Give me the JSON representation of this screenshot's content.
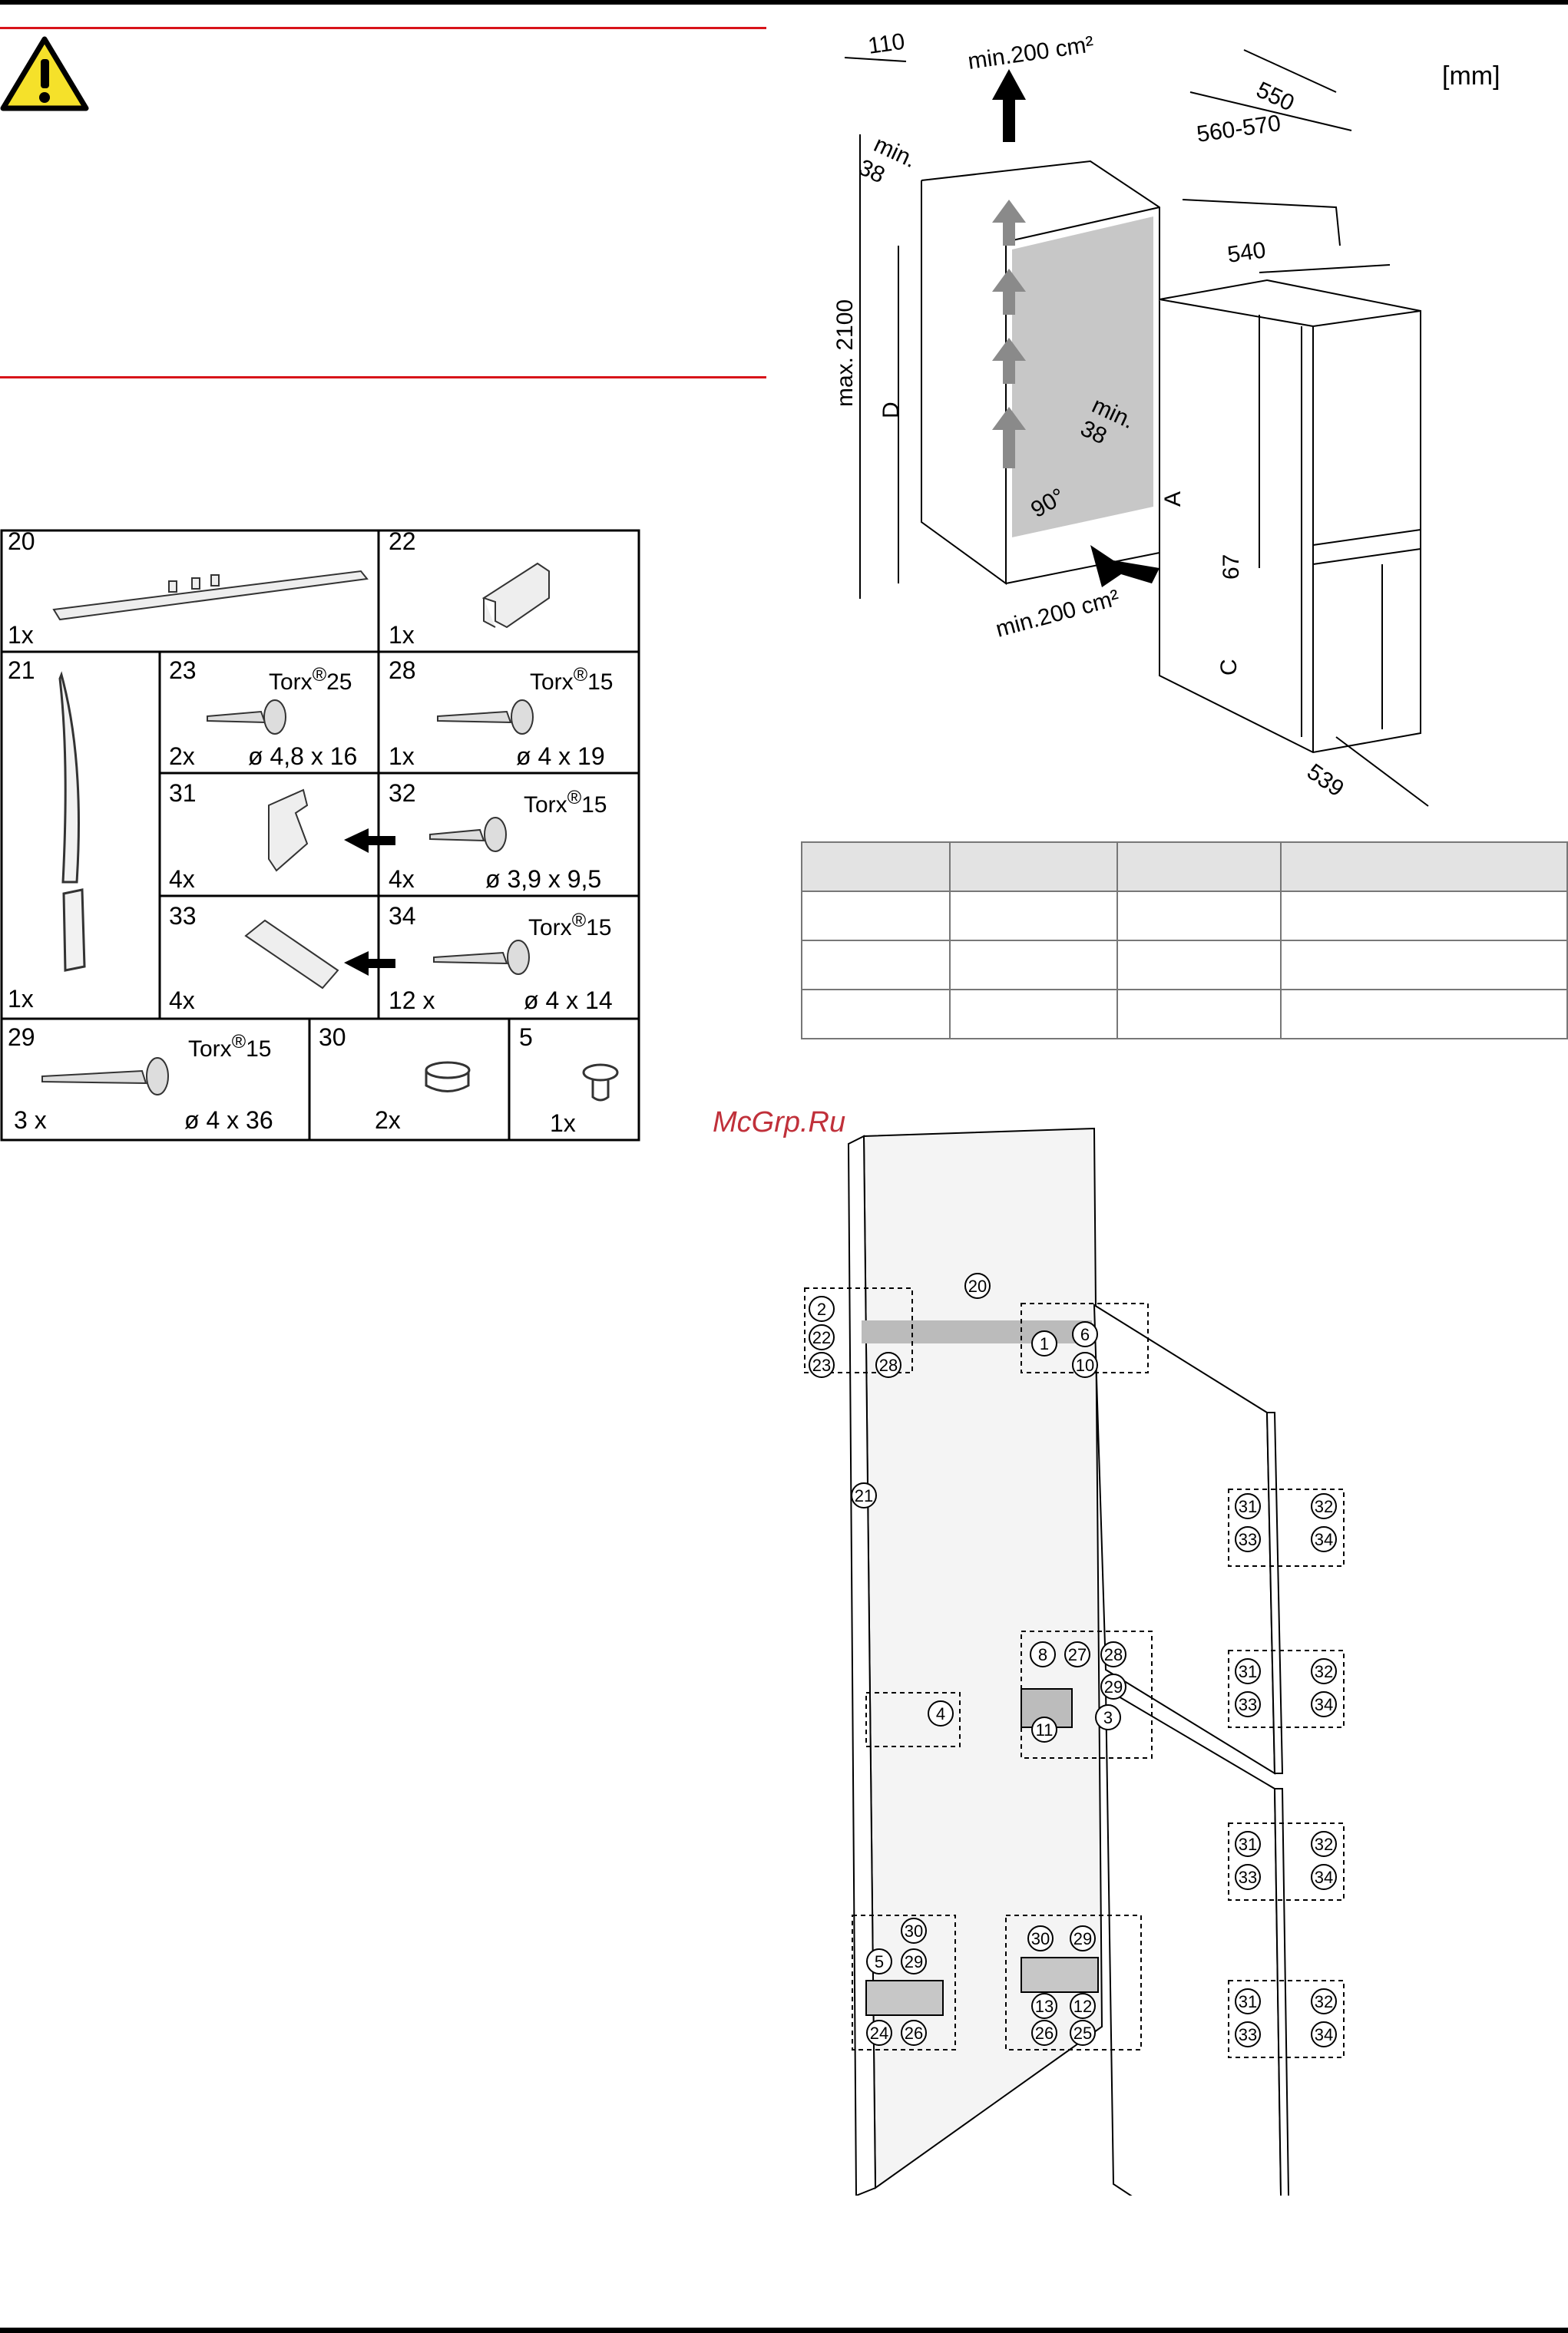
{
  "watermark": "McGrp.Ru",
  "parts_table": {
    "items": [
      {
        "num": "20",
        "qty": "1x"
      },
      {
        "num": "22",
        "qty": "1x"
      },
      {
        "num": "21",
        "qty": "1x"
      },
      {
        "num": "23",
        "qty": "2x",
        "torx": "Torx",
        "torx_size": "25",
        "size": "ø 4,8 x 16"
      },
      {
        "num": "28",
        "qty": "1x",
        "torx": "Torx",
        "torx_size": "15",
        "size": "ø 4 x 19"
      },
      {
        "num": "31",
        "qty": "4x"
      },
      {
        "num": "32",
        "qty": "4x",
        "torx": "Torx",
        "torx_size": "15",
        "size": "ø 3,9 x 9,5"
      },
      {
        "num": "33",
        "qty": "4x"
      },
      {
        "num": "34",
        "qty": "12 x",
        "torx": "Torx",
        "torx_size": "15",
        "size": "ø 4 x 14"
      },
      {
        "num": "29",
        "qty": "3 x",
        "torx": "Torx",
        "torx_size": "15",
        "size": "ø 4 x 36"
      },
      {
        "num": "30",
        "qty": "2x"
      },
      {
        "num": "5",
        "qty": "1x"
      }
    ],
    "registered": "®"
  },
  "dim_diagram": {
    "unit": "[mm]",
    "labels": {
      "d110": "110",
      "air_top": "min.200 cm²",
      "d550": "550",
      "d560": "560-570",
      "min38a": "min.",
      "min38a_v": "38",
      "max2100": "max. 2100",
      "D": "D",
      "d540": "540",
      "min38b": "min.",
      "min38b_v": "38",
      "A": "A",
      "d67": "67",
      "C": "C",
      "deg90": "90°",
      "air_bottom": "min.200 cm²",
      "d539": "539"
    }
  },
  "assembly": {
    "callouts": [
      "20",
      "2",
      "22",
      "23",
      "28",
      "1",
      "6",
      "10",
      "21",
      "31",
      "32",
      "33",
      "34",
      "8",
      "27",
      "28",
      "29",
      "4",
      "11",
      "3",
      "31",
      "32",
      "33",
      "34",
      "31",
      "32",
      "33",
      "34",
      "30",
      "5",
      "29",
      "30",
      "29",
      "24",
      "26",
      "13",
      "12",
      "26",
      "25",
      "31",
      "32",
      "33",
      "34"
    ]
  }
}
